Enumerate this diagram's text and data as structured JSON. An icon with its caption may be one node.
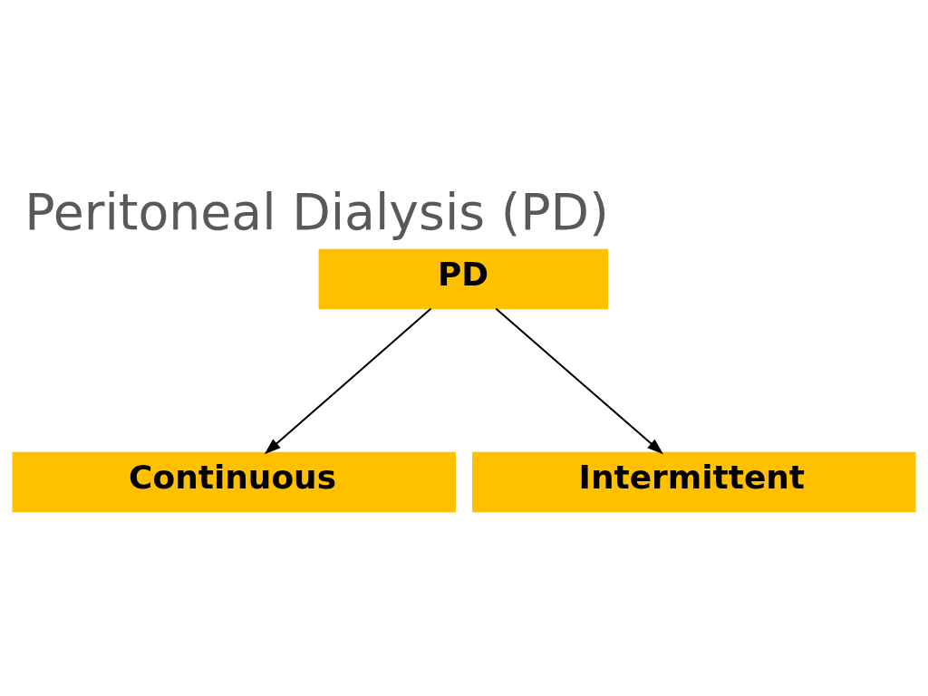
{
  "diagram": {
    "title": "Peritoneal Dialysis (PD)",
    "nodes": [
      {
        "text": [
          "PD"
        ]
      },
      {
        "text": [
          "Continuous"
        ]
      },
      {
        "text": [
          "Intermittent"
        ]
      }
    ],
    "edges": [
      {
        "from": 0,
        "to": 1,
        "arrow": "to"
      },
      {
        "from": 0,
        "to": 2,
        "arrow": "to"
      }
    ]
  }
}
